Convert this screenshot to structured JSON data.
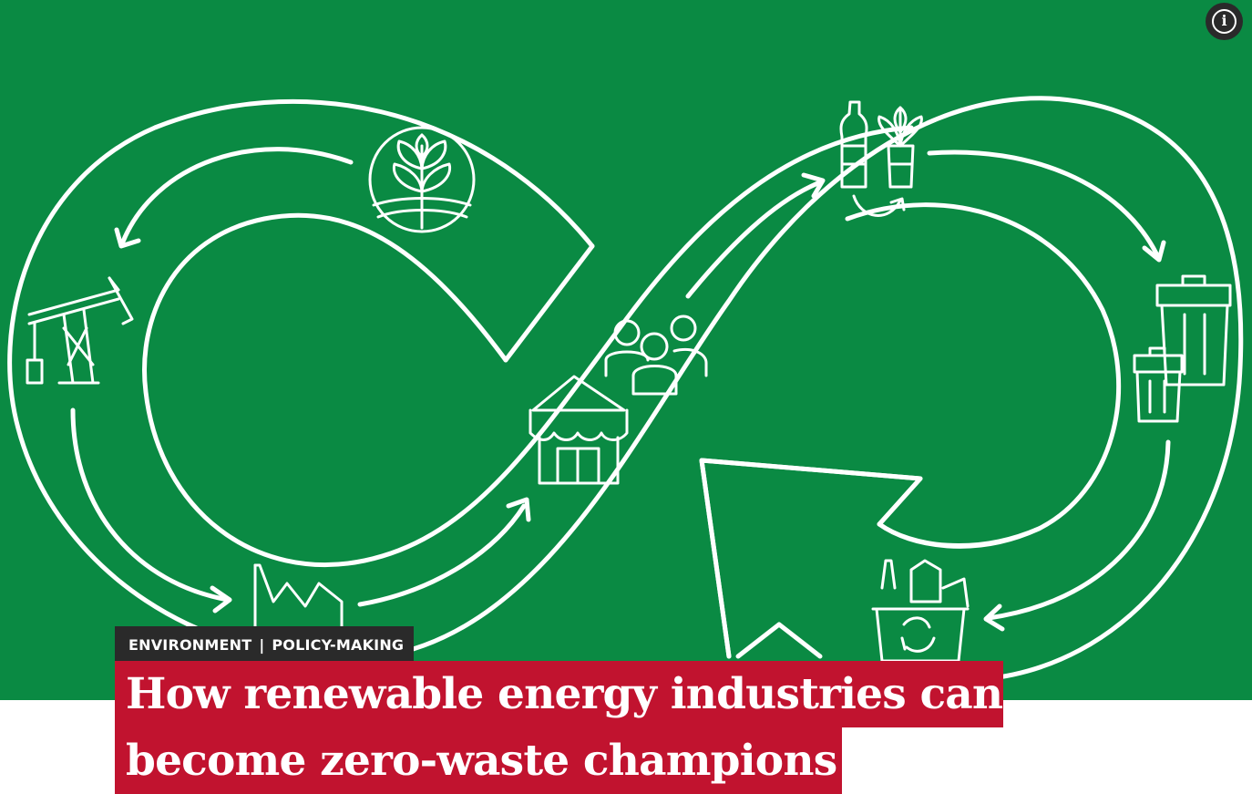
{
  "hero": {
    "background_color": "#0a8a43",
    "line_color": "#ffffff",
    "icons": [
      "leaf-circle-icon",
      "oil-pump-icon",
      "factory-icon",
      "shop-icon",
      "people-icon",
      "bottle-plant-icon",
      "trash-bin-icon",
      "recycle-bin-icon",
      "cursor-arrow-icon"
    ]
  },
  "info_button": {
    "icon": "info-icon",
    "glyph": "i"
  },
  "category": {
    "primary": "ENVIRONMENT",
    "separator": "|",
    "secondary": "POLICY-MAKING",
    "background_color": "#2a2a2a"
  },
  "headline": {
    "line1": "How renewable energy industries can",
    "line2": "become zero-waste champions",
    "background_color": "#c1132f"
  }
}
